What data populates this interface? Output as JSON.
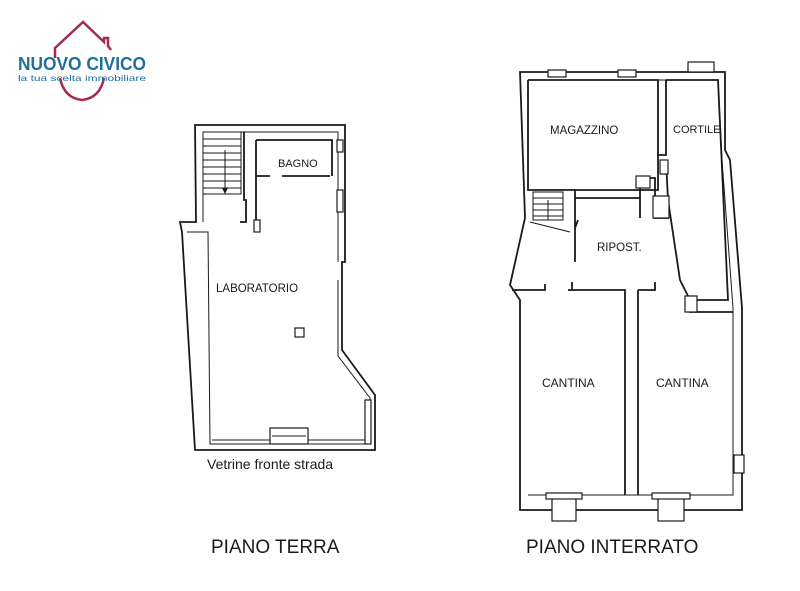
{
  "logo": {
    "name": "NUOVO CIVICO",
    "tagline": "la tua scelta immobiliare",
    "brand_color": "#a62a4a",
    "text_color": "#1f6e9e"
  },
  "ground_floor": {
    "title": "PIANO TERRA",
    "rooms": {
      "bagno": "BAGNO",
      "laboratorio": "LABORATORIO"
    },
    "note": "Vetrine fronte strada"
  },
  "basement": {
    "title": "PIANO INTERRATO",
    "rooms": {
      "magazzino": "MAGAZZINO",
      "cortile": "CORTILE",
      "ripost": "RIPOST.",
      "cantina_left": "CANTINA",
      "cantina_right": "CANTINA"
    }
  }
}
